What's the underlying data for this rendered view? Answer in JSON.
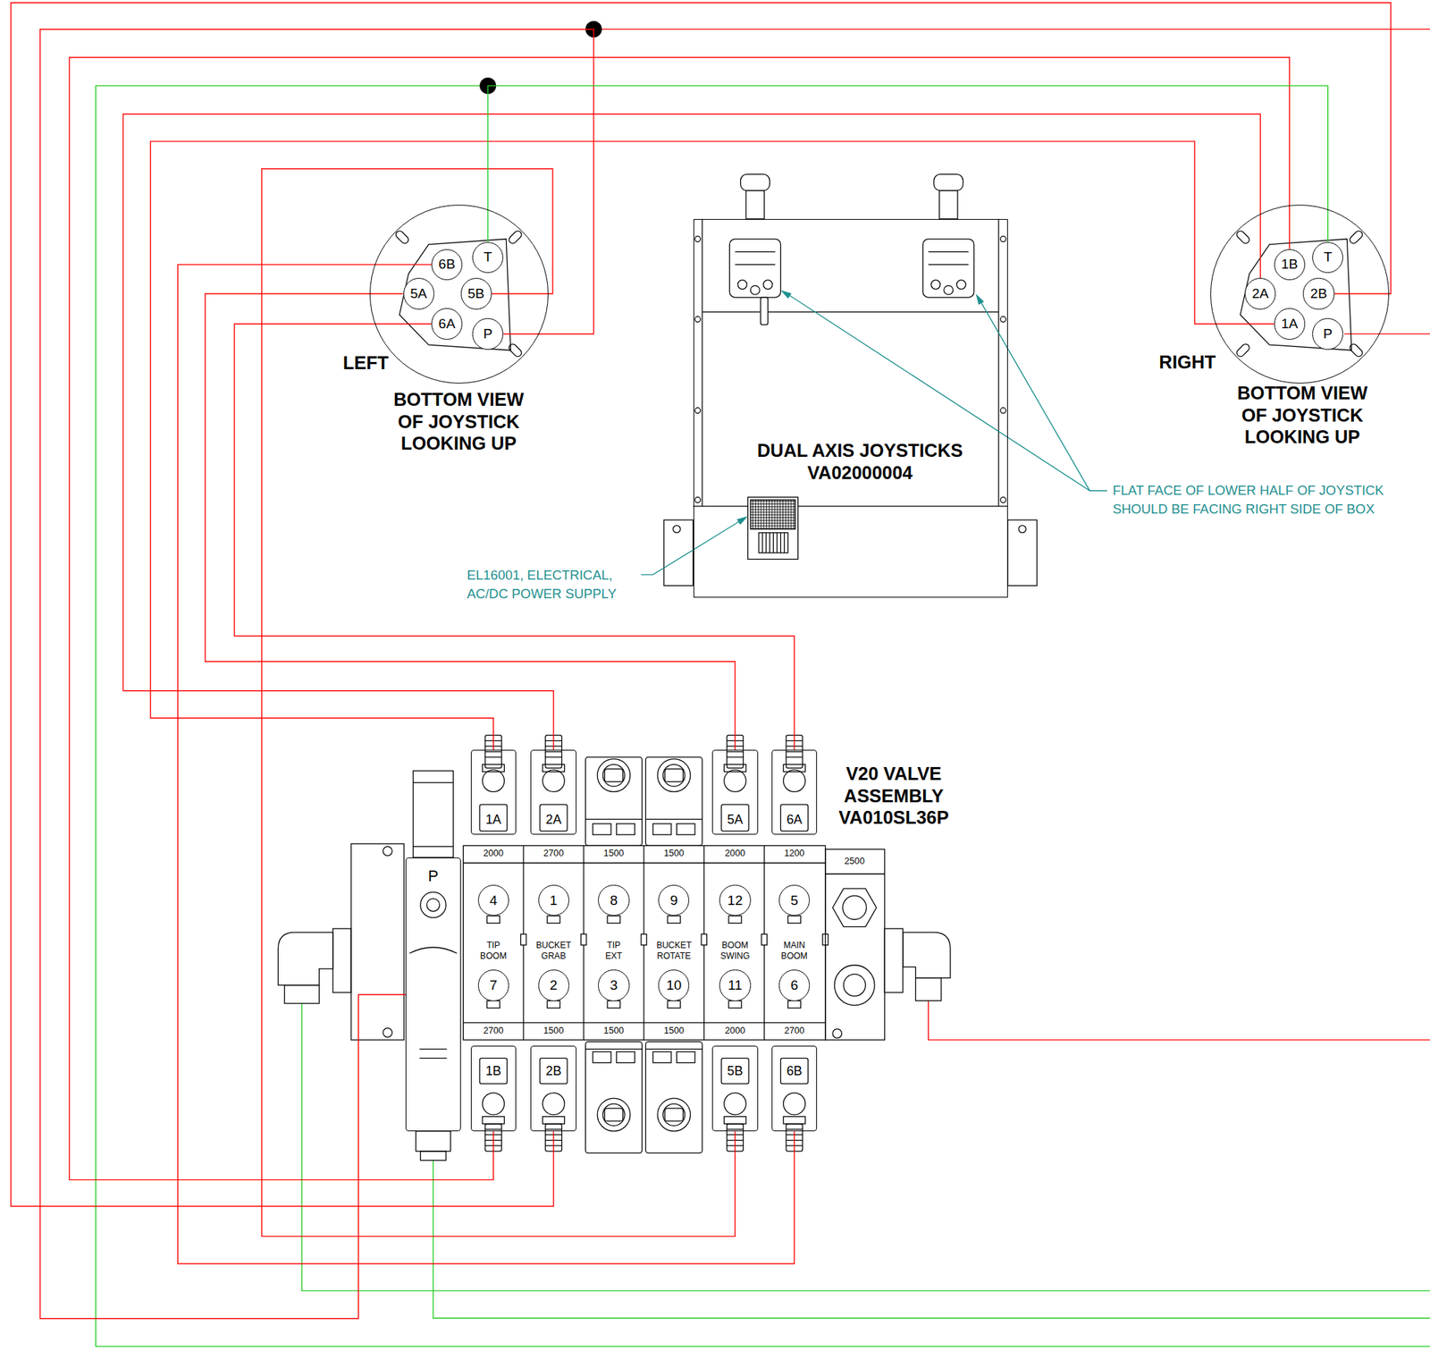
{
  "diagram": {
    "nodes": [
      {
        "text": [
          "LEFT",
          "BOTTOM VIEW OF JOYSTICK LOOKING UP"
        ]
      },
      {
        "text": [
          "6B"
        ],
        "in": 0
      },
      {
        "text": [
          "T"
        ],
        "in": 0
      },
      {
        "text": [
          "5A"
        ],
        "in": 0
      },
      {
        "text": [
          "5B"
        ],
        "in": 0
      },
      {
        "text": [
          "6A"
        ],
        "in": 0
      },
      {
        "text": [
          "P"
        ],
        "in": 0
      },
      {
        "text": [
          "DUAL AXIS JOYSTICKS VA02000004"
        ]
      },
      {
        "text": [
          "RIGHT",
          "BOTTOM VIEW OF JOYSTICK LOOKING UP"
        ]
      },
      {
        "text": [
          "1B"
        ],
        "in": 8
      },
      {
        "text": [
          "T"
        ],
        "in": 8
      },
      {
        "text": [
          "2A"
        ],
        "in": 8
      },
      {
        "text": [
          "2B"
        ],
        "in": 8
      },
      {
        "text": [
          "1A"
        ],
        "in": 8
      },
      {
        "text": [
          "P"
        ],
        "in": 8
      },
      {
        "text": [
          "V20 VALVE ASSEMBLY VA010SL36P"
        ]
      },
      {
        "text": [
          "1A"
        ],
        "in": 15
      },
      {
        "text": [
          "2A"
        ],
        "in": 15
      },
      {
        "text": [
          "5A"
        ],
        "in": 15
      },
      {
        "text": [
          "6A"
        ],
        "in": 15
      },
      {
        "text": [
          "P"
        ],
        "in": 15
      },
      {
        "text": [
          "4"
        ],
        "in": 15
      },
      {
        "text": [
          "1"
        ],
        "in": 15
      },
      {
        "text": [
          "8"
        ],
        "in": 15
      },
      {
        "text": [
          "9"
        ],
        "in": 15
      },
      {
        "text": [
          "12"
        ],
        "in": 15
      },
      {
        "text": [
          "5"
        ],
        "in": 15
      },
      {
        "text": [
          "7"
        ],
        "in": 15
      },
      {
        "text": [
          "2"
        ],
        "in": 15
      },
      {
        "text": [
          "3"
        ],
        "in": 15
      },
      {
        "text": [
          "10"
        ],
        "in": 15
      },
      {
        "text": [
          "11"
        ],
        "in": 15
      },
      {
        "text": [
          "6"
        ],
        "in": 15
      },
      {
        "text": [
          "1B"
        ],
        "in": 15
      },
      {
        "text": [
          "2B"
        ],
        "in": 15
      },
      {
        "text": [
          "5B"
        ],
        "in": 15
      },
      {
        "text": [
          "6B"
        ],
        "in": 15
      }
    ],
    "edges": [
      {
        "from": 12,
        "to": 34,
        "arrow": "none"
      },
      {
        "from": 9,
        "to": 33,
        "arrow": "none"
      },
      {
        "from": 11,
        "to": 17,
        "arrow": "none"
      },
      {
        "from": 13,
        "to": 16,
        "arrow": "none"
      },
      {
        "from": 3,
        "to": 18,
        "arrow": "none"
      },
      {
        "from": 5,
        "to": 19,
        "arrow": "none"
      },
      {
        "from": 1,
        "to": 36,
        "arrow": "none"
      },
      {
        "from": 4,
        "to": 35,
        "arrow": "none"
      },
      {
        "from": 20,
        "to": 6,
        "arrow": "none"
      },
      {
        "from": 2,
        "to": 10,
        "arrow": "none"
      }
    ],
    "labels": [
      "EL16001, ELECTRICAL, AC/DC POWER SUPPLY",
      "FLAT FACE OF LOWER HALF OF JOYSTICK SHOULD BE FACING RIGHT SIDE OF BOX",
      "2000",
      "2700",
      "1500",
      "1500",
      "2000",
      "1200",
      "2500",
      "TIP BOOM",
      "BUCKET GRAB",
      "TIP EXT",
      "BUCKET ROTATE",
      "BOOM SWING",
      "MAIN BOOM",
      "2700",
      "1500",
      "1500",
      "1500",
      "2000",
      "2700"
    ]
  }
}
